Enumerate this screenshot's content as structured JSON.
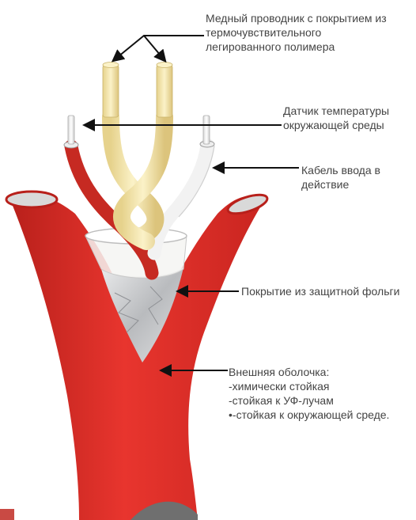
{
  "labels": {
    "conductor": {
      "line1": "Медный проводник с покрытием из",
      "line2": "термочувствительного",
      "line3": "легированного полимера"
    },
    "sensor": {
      "line1": "Датчик температуры",
      "line2": "окружающей среды"
    },
    "power_cable": {
      "line1": "Кабель ввода в",
      "line2": "действие"
    },
    "foil": {
      "line1": "Покрытие из защитной фольги"
    },
    "jacket": {
      "line1": "Внешняя оболочка:",
      "line2": "-химически стойкая",
      "line3": "-стойкая к УФ-лучам",
      "line4": "•-стойкая к окружающей среде."
    }
  },
  "colors": {
    "jacket_red": "#e0312b",
    "sensor_red": "#c62a22",
    "conductor_cream": "#f3e6ae",
    "foil_gray": "#c9cbcd",
    "arrow": "#111111",
    "text": "#444444"
  }
}
